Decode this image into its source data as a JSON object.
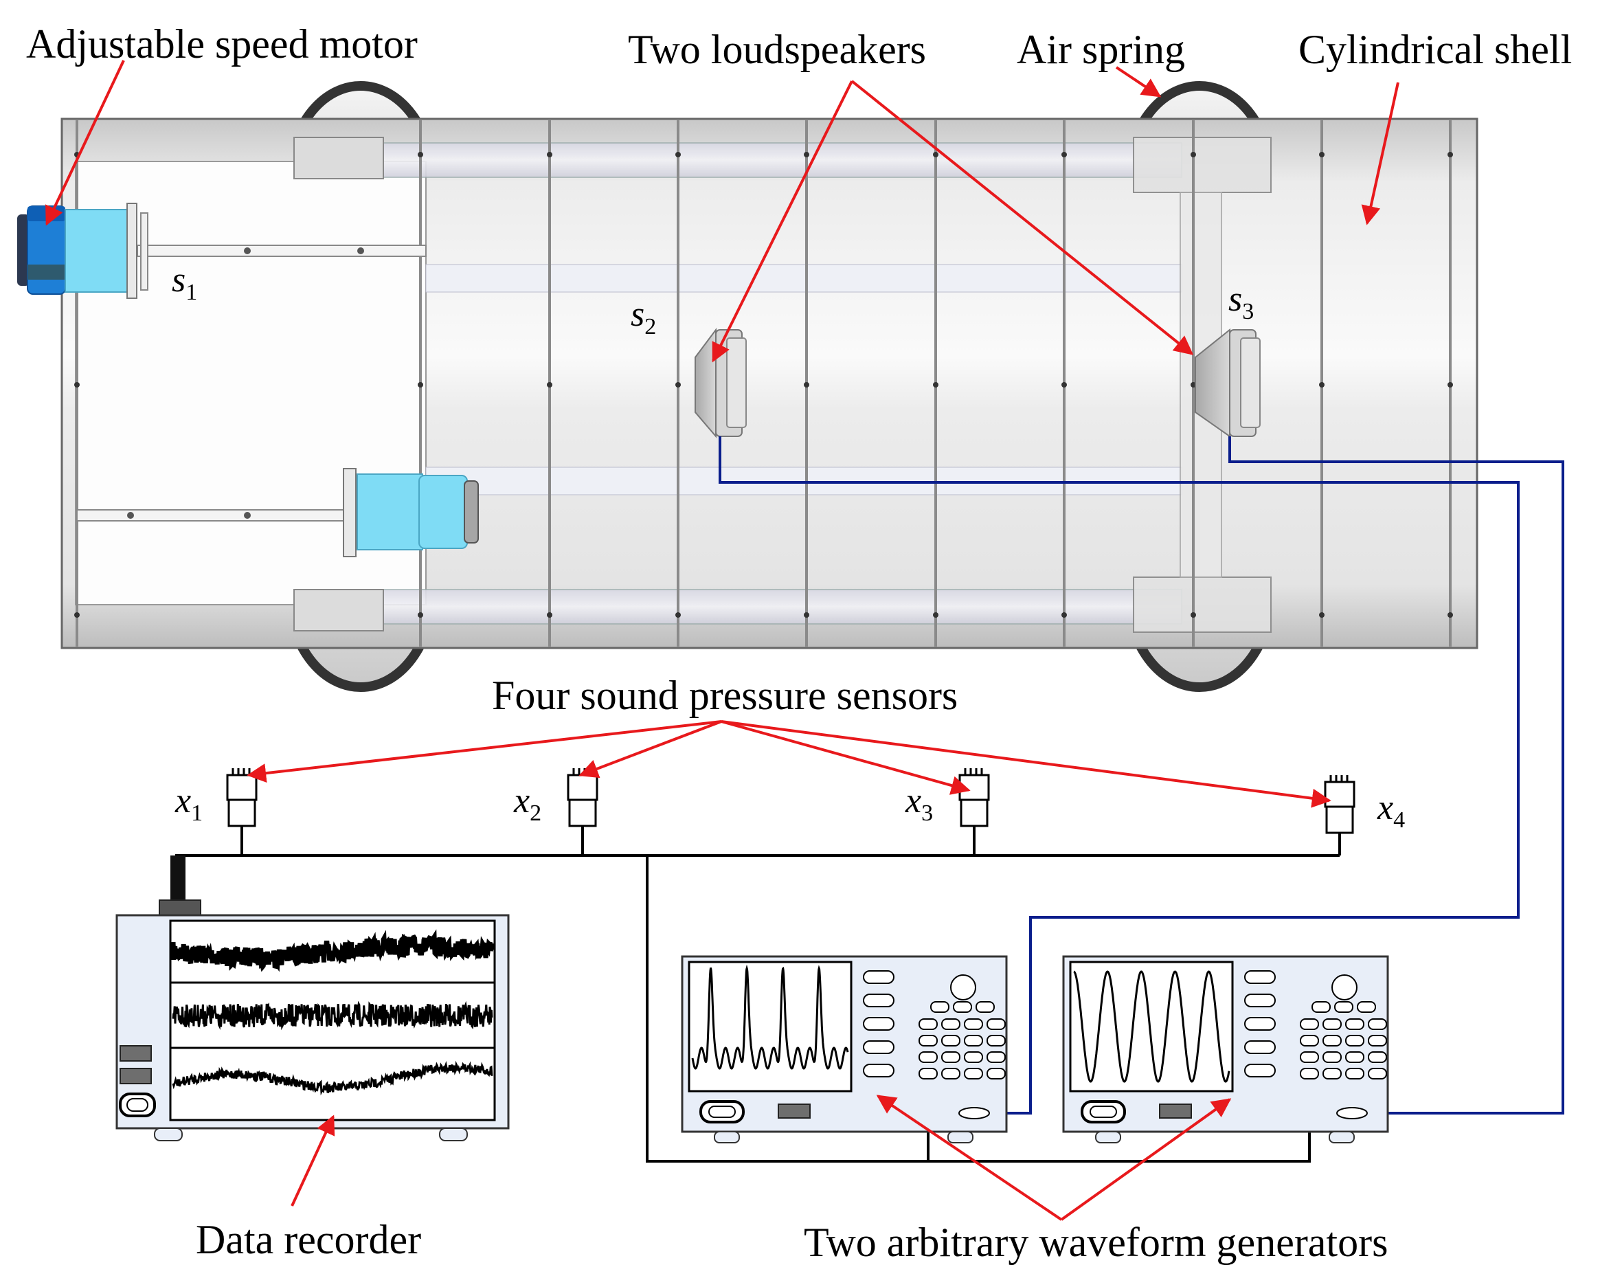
{
  "labels": {
    "motor": "Adjustable speed motor",
    "loudspeakers": "Two loudspeakers",
    "air_spring": "Air spring",
    "shell": "Cylindrical shell",
    "sensors": "Four sound pressure sensors",
    "recorder": "Data recorder",
    "generators": "Two arbitrary waveform generators"
  },
  "sources": [
    {
      "sym": "s",
      "sub": "1"
    },
    {
      "sym": "s",
      "sub": "2"
    },
    {
      "sym": "s",
      "sub": "3"
    }
  ],
  "sensors": [
    {
      "sym": "x",
      "sub": "1"
    },
    {
      "sym": "x",
      "sub": "2"
    },
    {
      "sym": "x",
      "sub": "3"
    },
    {
      "sym": "x",
      "sub": "4"
    }
  ],
  "colors": {
    "annotation_arrow": "#e8191c",
    "signal_wire": "#0a1e8c",
    "sensor_wire": "#000000",
    "motor_blue": "#1e7fd6",
    "motor_cyan": "#7fdcf5",
    "device_panel": "#e8eef8",
    "shell_gray": "#e6e6e6"
  }
}
